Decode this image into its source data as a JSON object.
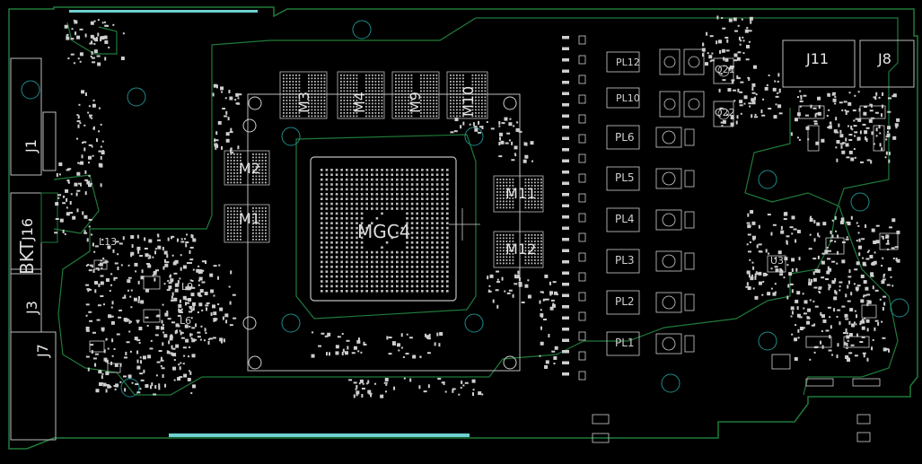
{
  "colors": {
    "background": "#000000",
    "outline": "#1f7a3a",
    "silk": "#e8e8e8",
    "pad": "#cfcfcf",
    "edge_connector": "#6fd1d1"
  },
  "gpu": {
    "label": "MGC4"
  },
  "memory": {
    "m1": "M1",
    "m2": "M2",
    "m3": "M3",
    "m4": "M4",
    "m9": "M9",
    "m10": "M10",
    "m11": "M11",
    "m12": "M12"
  },
  "connectors": {
    "j1": "J1",
    "j3": "J3",
    "j16": "J16",
    "bkt": "BKT",
    "j7": "J7",
    "j11": "J11",
    "j8": "J8"
  },
  "inductors": {
    "pl1": "PL1",
    "pl2": "PL2",
    "pl3": "PL3",
    "pl4": "PL4",
    "pl5": "PL5",
    "pl6": "PL6"
  },
  "small_parts": {
    "l9": "L9",
    "l6": "L6",
    "l13": "L13",
    "q21": "Q21",
    "q22": "Q22",
    "u3": "U3",
    "pl10": "PL10",
    "pl12": "PL12"
  }
}
